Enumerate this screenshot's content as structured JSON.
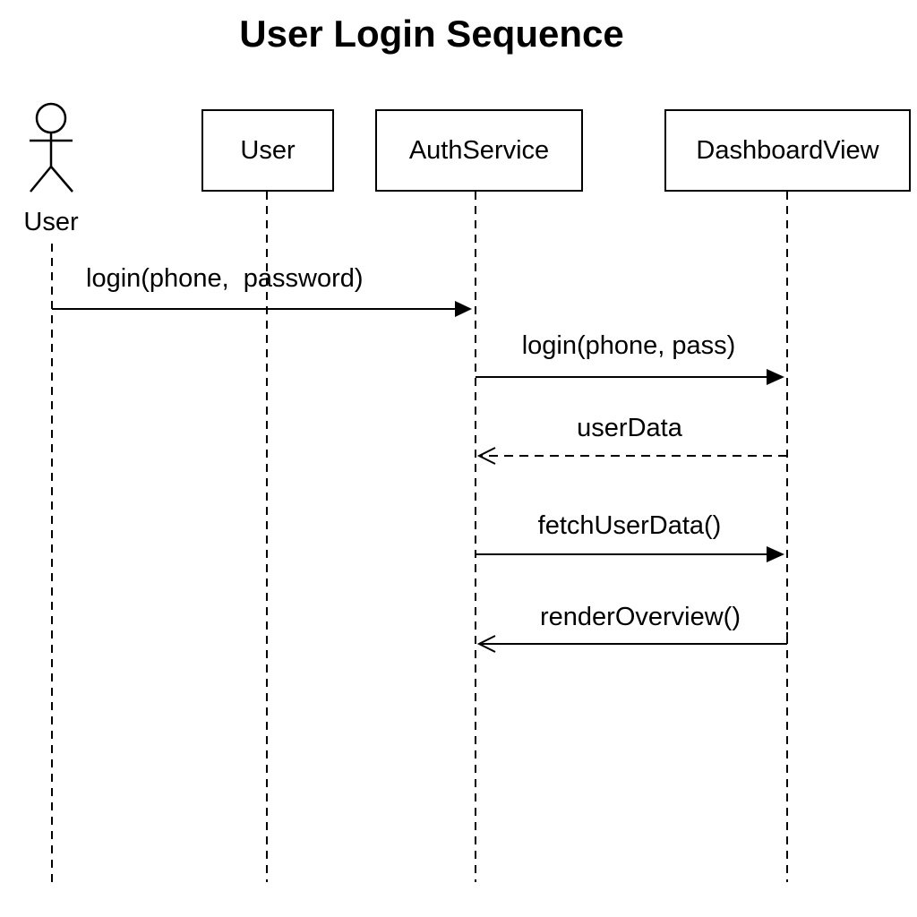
{
  "title": "User Login Sequence",
  "actor": {
    "label": "User"
  },
  "participants": [
    {
      "label": "User"
    },
    {
      "label": "AuthService"
    },
    {
      "label": "DashboardView"
    }
  ],
  "messages": [
    {
      "label": "login(phone,  password)",
      "from": "User (actor)",
      "to": "AuthService",
      "style": "solid"
    },
    {
      "label": "login(phone, pass)",
      "from": "AuthService",
      "to": "DashboardView",
      "style": "solid"
    },
    {
      "label": "userData",
      "from": "DashboardView",
      "to": "AuthService",
      "style": "dashed-return"
    },
    {
      "label": "fetchUserData()",
      "from": "AuthService",
      "to": "DashboardView",
      "style": "solid"
    },
    {
      "label": "renderOverview()",
      "from": "DashboardView",
      "to": "AuthService",
      "style": "solid-open"
    }
  ],
  "colors": {
    "line": "#000000",
    "background": "#ffffff"
  }
}
